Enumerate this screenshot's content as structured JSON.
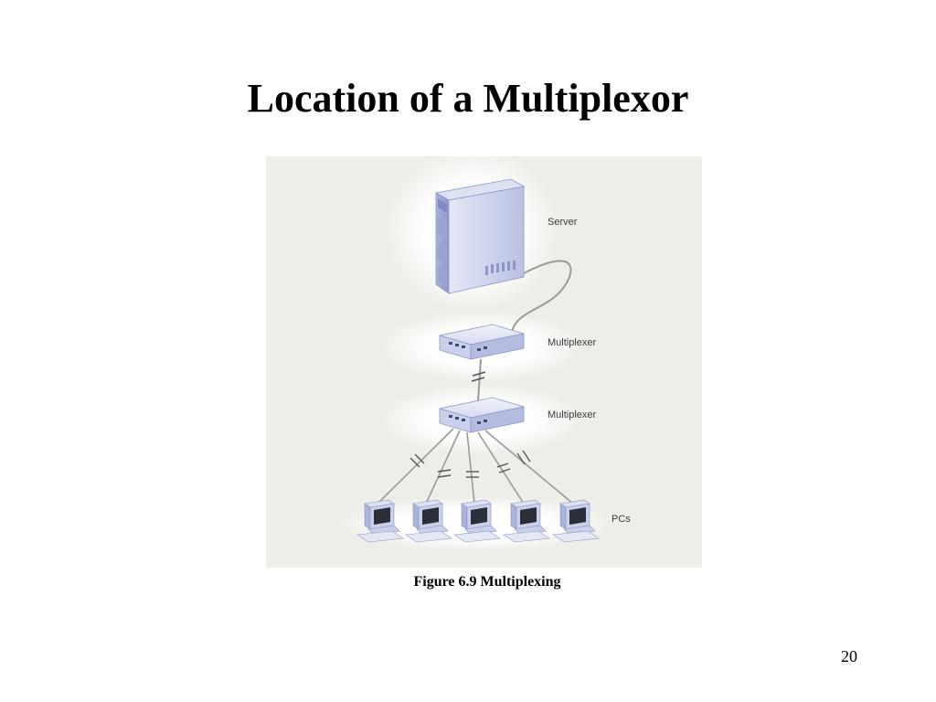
{
  "slide": {
    "title": "Location of a Multiplexor",
    "page_number": "20"
  },
  "figure": {
    "caption": "Figure 6.9 Multiplexing",
    "labels": {
      "server": "Server",
      "multiplexer_top": "Multiplexer",
      "multiplexer_bottom": "Multiplexer",
      "pcs": "PCs"
    },
    "pc_count": 5,
    "colors": {
      "background": "#eeeee9",
      "device_body": "#c9d0ea",
      "device_dark": "#8d96c4",
      "glow": "#ffffff",
      "cable": "#9a9a9a"
    }
  }
}
